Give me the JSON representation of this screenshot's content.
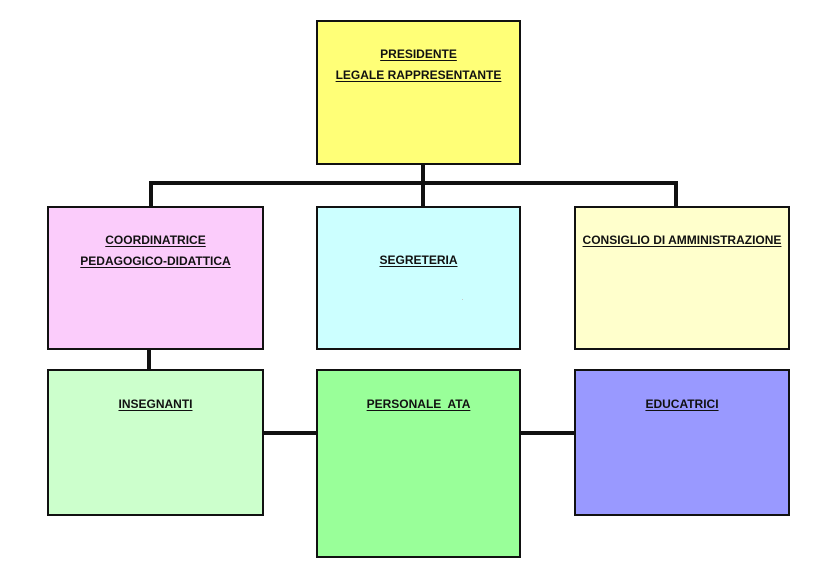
{
  "diagram": {
    "boxes": {
      "presidente": {
        "line1": "PRESIDENTE",
        "line2": "LEGALE RAPPRESENTANTE",
        "color": "#ffff77"
      },
      "coordinatrice": {
        "line1": "COORDINATRICE",
        "line2": "PEDAGOGICO-DIDATTICA",
        "color": "#fbccfb"
      },
      "segreteria": {
        "line1": "SEGRETERIA",
        "color": "#ccffff"
      },
      "consiglio": {
        "line1": "CONSIGLIO DI AMMINISTRAZIONE",
        "color": "#ffffcc"
      },
      "insegnanti": {
        "line1": "INSEGNANTI",
        "color": "#ccffcc"
      },
      "personale_ata": {
        "line1": "PERSONALE  ATA",
        "color": "#99ff99"
      },
      "educatrici": {
        "line1": "EDUCATRICI",
        "color": "#9999ff"
      }
    },
    "line_color": "#111111"
  }
}
